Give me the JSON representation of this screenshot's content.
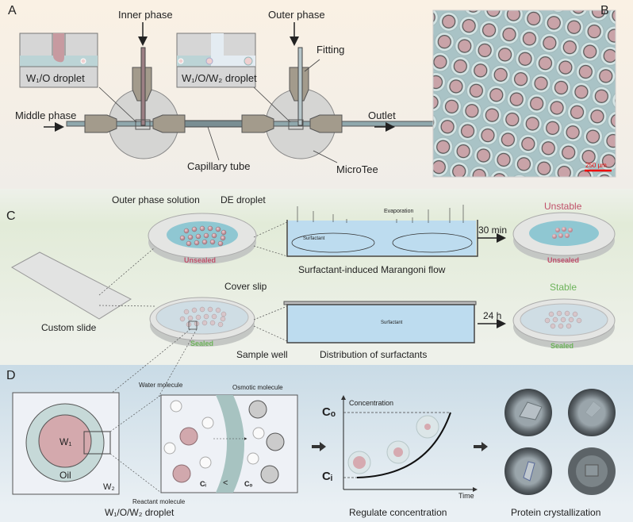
{
  "panels": {
    "A": {
      "letter": "A",
      "labels": {
        "inner_phase": "Inner phase",
        "outer_phase": "Outer phase",
        "fitting": "Fitting",
        "middle_phase": "Middle phase",
        "outlet": "Outlet",
        "capillary_tube": "Capillary tube",
        "microtee": "MicroTee",
        "w1o_droplet": "W₁/O droplet",
        "w1ow2_droplet": "W₁/O/W₂ droplet"
      }
    },
    "B": {
      "letter": "B",
      "scale_bar": "250 μm"
    },
    "C": {
      "letter": "C",
      "labels": {
        "outer_phase_solution": "Outer phase solution",
        "de_droplet": "DE droplet",
        "unsealed": "Unsealed",
        "sealed": "Sealed",
        "cover_slip": "Cover slip",
        "sample_well": "Sample well",
        "custom_slide": "Custom slide",
        "evaporation": "Evaporation",
        "surfactant": "Surfactant",
        "marangoni": "Surfactant-induced Marangoni flow",
        "distribution": "Distribution of surfactants",
        "time_30": "30 min",
        "time_24": "24 h",
        "unstable": "Unstable",
        "stable": "Stable"
      },
      "colors": {
        "unstable": "#c0506a",
        "stable": "#6db35a"
      }
    },
    "D": {
      "letter": "D",
      "labels": {
        "w1": "W₁",
        "oil": "Oil",
        "w2": "W₂",
        "water_molecule": "Water molecule",
        "osmotic_molecule": "Osmotic molecule",
        "reactant_molecule": "Reactant molecule",
        "ci": "Cᵢ",
        "co": "Cₒ",
        "lt": "<",
        "droplet_caption": "W₁/O/W₂ droplet",
        "concentration": "Concentration",
        "time": "Time",
        "axis_co": "Cₒ",
        "axis_ci": "Cᵢ",
        "regulate_caption": "Regulate concentration",
        "crystal_caption": "Protein crystallization"
      }
    }
  }
}
